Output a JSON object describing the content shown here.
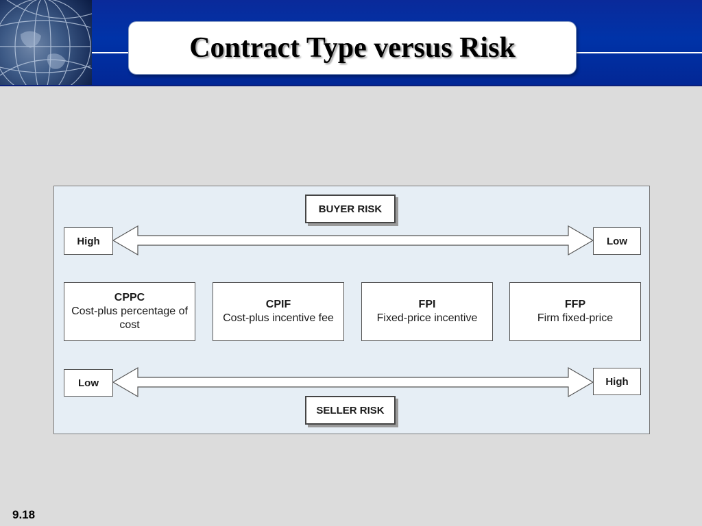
{
  "slide": {
    "title": "Contract Type versus Risk",
    "page_number": "9.18"
  },
  "diagram": {
    "buyer_risk_label": "BUYER RISK",
    "seller_risk_label": "SELLER RISK",
    "buyer_left": "High",
    "buyer_right": "Low",
    "seller_left": "Low",
    "seller_right": "High",
    "contract_types": [
      {
        "abbr": "CPPC",
        "name": "Cost-plus percentage of cost"
      },
      {
        "abbr": "CPIF",
        "name": "Cost-plus incentive fee"
      },
      {
        "abbr": "FPI",
        "name": "Fixed-price incentive"
      },
      {
        "abbr": "FFP",
        "name": "Firm fixed-price"
      }
    ]
  },
  "colors": {
    "header_blue": "#0033a8",
    "diagram_bg": "#e6eef5",
    "slide_bg": "#dcdcdc"
  }
}
